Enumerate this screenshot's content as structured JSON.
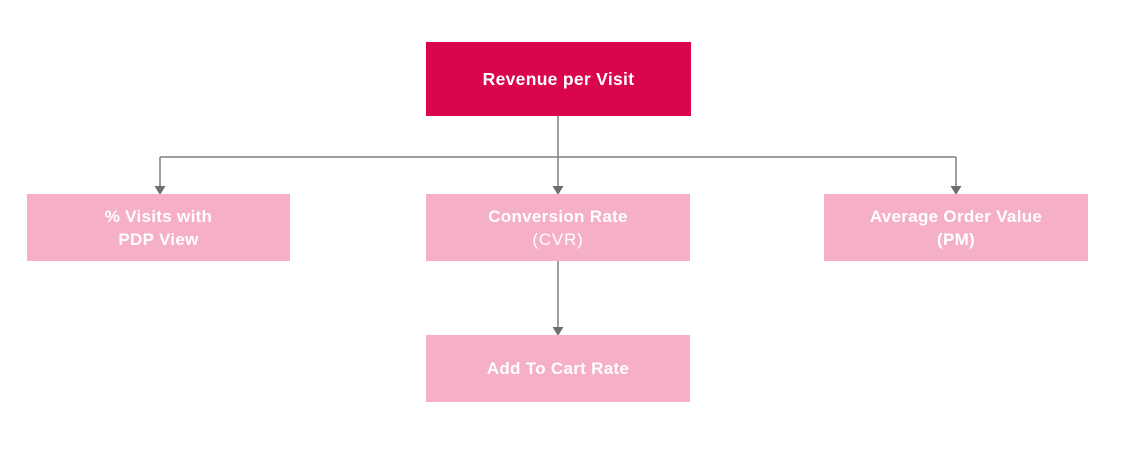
{
  "diagram": {
    "type": "flowchart",
    "nodes": {
      "root": {
        "id": "revenue-per-visit",
        "lines": [
          "Revenue per Visit"
        ]
      },
      "pdp": {
        "id": "pct-visits-with-pdp-view",
        "lines": [
          "% Visits with",
          "PDP View"
        ]
      },
      "cvr": {
        "id": "conversion-rate",
        "lines": [
          "Conversion Rate",
          "(CVR)"
        ]
      },
      "aov": {
        "id": "average-order-value",
        "lines": [
          "Average Order Value",
          "(PM)"
        ]
      },
      "atc": {
        "id": "add-to-cart-rate",
        "lines": [
          "Add To Cart Rate"
        ]
      }
    },
    "edges": [
      {
        "from": "revenue-per-visit",
        "to": "pct-visits-with-pdp-view"
      },
      {
        "from": "revenue-per-visit",
        "to": "conversion-rate"
      },
      {
        "from": "revenue-per-visit",
        "to": "average-order-value"
      },
      {
        "from": "conversion-rate",
        "to": "add-to-cart-rate"
      }
    ]
  },
  "colors": {
    "root_fill": "#D9064F",
    "child_fill": "#F5AFC8",
    "label_text": "#FFFFFF",
    "connector": "#7F7F7F",
    "arrowhead": "#6E6E6E"
  }
}
